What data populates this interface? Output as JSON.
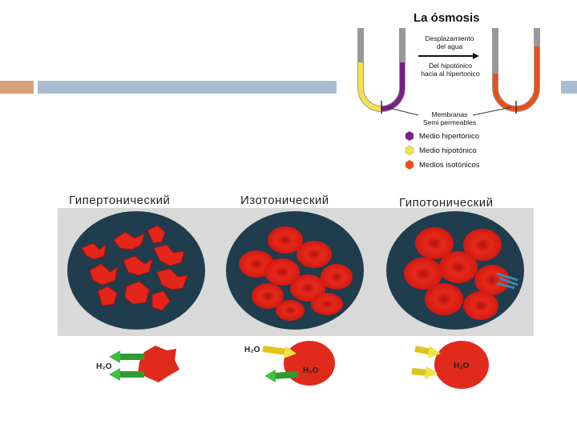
{
  "header": {
    "accent_color_left": "#d9a07c",
    "accent_color_bar": "#a9bdd2"
  },
  "osmosis": {
    "title": "La ósmosis",
    "arrow_label_1": "Desplazamiento",
    "arrow_label_2": "del agua",
    "flow_label_1": "Del hipotónico",
    "flow_label_2": "hacia al hipertonico",
    "membrane_label_1": "Membranas",
    "membrane_label_2": "Semi permeables",
    "legend": [
      {
        "label": "Medio hipertónico",
        "color": "#7a1f8a"
      },
      {
        "label": "Medio hipotónico",
        "color": "#f2e24a"
      },
      {
        "label": "Medios isotónicos",
        "color": "#e8501a"
      }
    ]
  },
  "cells": {
    "labels": [
      "Гипертонический",
      "Изотонический",
      "Гипотонический"
    ],
    "h2o": "H₂O"
  }
}
